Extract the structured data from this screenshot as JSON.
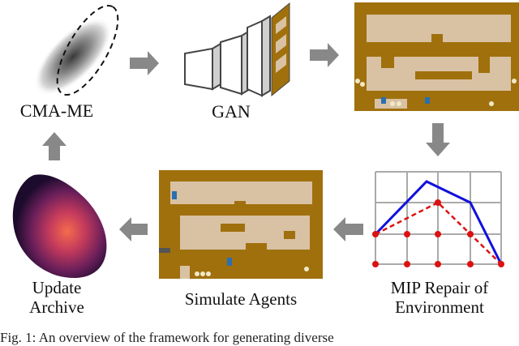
{
  "labels": {
    "cma_me": "CMA-ME",
    "gan": "GAN",
    "mip_repair_line1": "MIP Repair of",
    "mip_repair_line2": "Environment",
    "simulate_agents": "Simulate Agents",
    "update_line1": "Update",
    "update_line2": "Archive"
  },
  "caption_fragment": "Fig. 1: An overview of the framework for generating diverse",
  "colors": {
    "arrow": "#888888",
    "level_wall": "#a0700d",
    "level_floor": "#d9c2a3",
    "plot_blue": "#1010dd",
    "plot_red": "#dd1111",
    "grid": "#aaaaaa"
  },
  "icons": [
    "gaussian-blob-icon",
    "gan-network-icon",
    "level-map-icon",
    "mip-plot-icon",
    "archive-heatmap-icon"
  ]
}
